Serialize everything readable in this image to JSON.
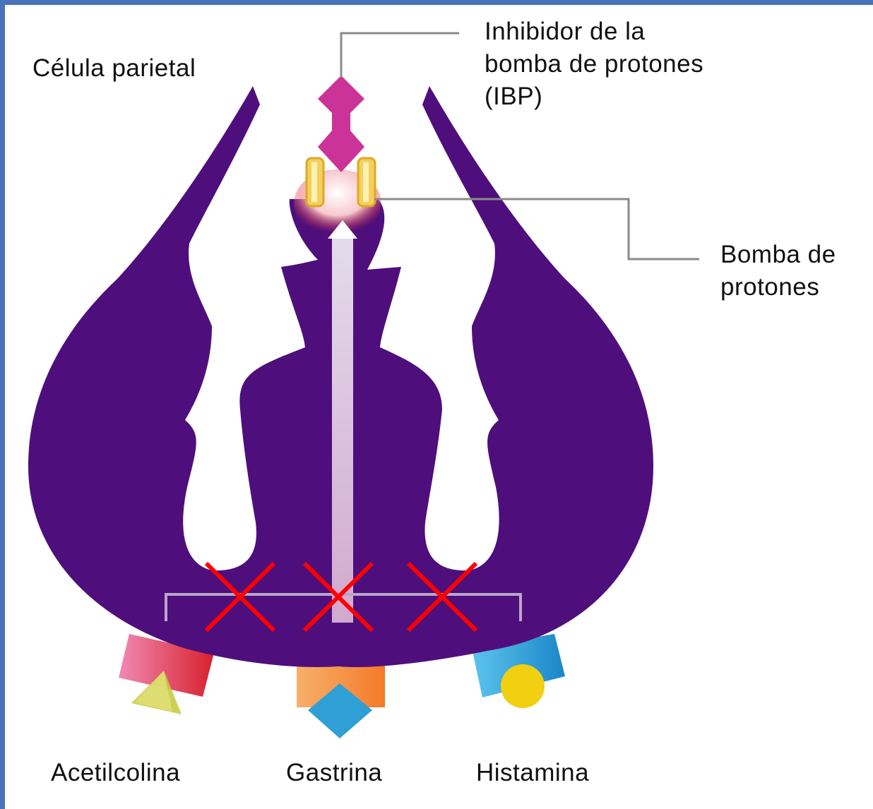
{
  "labels": {
    "cell": "Célula parietal",
    "inhibitor": [
      "Inhibidor de la",
      "bomba de protones",
      "(IBP)"
    ],
    "pump": [
      "Bomba de",
      "protones"
    ],
    "receptors": [
      "Acetilcolina",
      "Gastrina",
      "Histamina"
    ]
  },
  "colors": {
    "frame": "#4a72b8",
    "cell_top": "#e0101a",
    "cell_bottom": "#4e0f7c",
    "inhibitor": "#cc3399",
    "cross": "#ff0000",
    "pump": "#e8b830"
  }
}
